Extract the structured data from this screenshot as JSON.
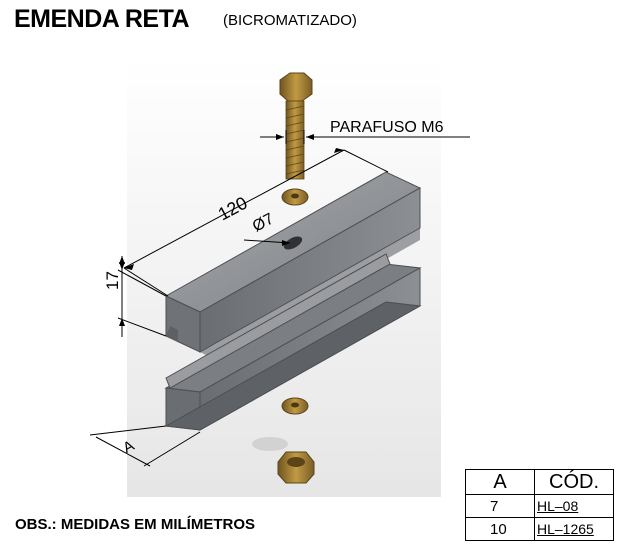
{
  "header": {
    "title": "EMENDA RETA",
    "subtitle": "(BICROMATIZADO)"
  },
  "drawing": {
    "dim_length": "120",
    "dim_height": "17",
    "dim_hole": "Ø7",
    "dim_bolt": "PARAFUSO M6",
    "dim_a": "A"
  },
  "footer": {
    "note": "OBS.: MEDIDAS EM MILÍMETROS"
  },
  "codes_table": {
    "headers": [
      "A",
      "CÓD."
    ],
    "rows": [
      {
        "a": "7",
        "code": "HL–08"
      },
      {
        "a": "10",
        "code": "HL–1265"
      }
    ]
  },
  "colors": {
    "steel": "#8a8c90",
    "steel_dark": "#55585c",
    "brass": "#b08a3a",
    "brass_dark": "#6e5420",
    "shadow": "#e4e4e4"
  }
}
